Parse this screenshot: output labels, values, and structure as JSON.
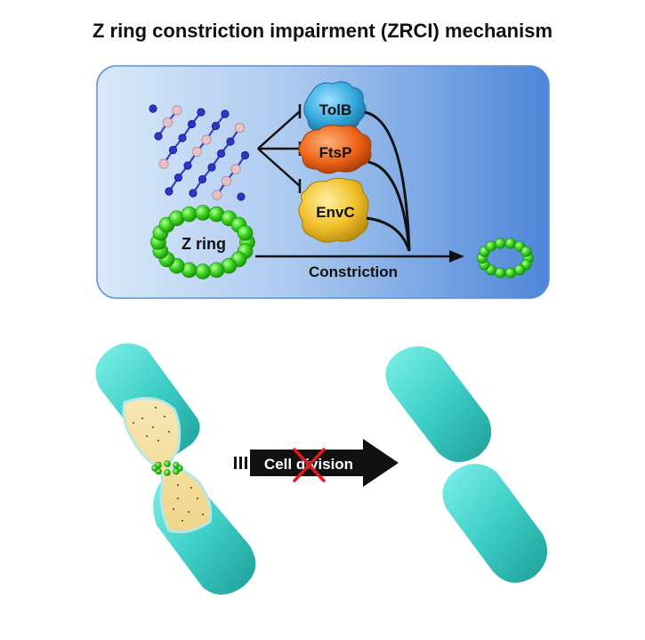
{
  "title": "Z ring constriction impairment (ZRCI) mechanism",
  "proteins": [
    {
      "label": "TolB",
      "color": "#35a9dc"
    },
    {
      "label": "FtsP",
      "color": "#ef6a1e"
    },
    {
      "label": "EnvC",
      "color": "#f2c42a"
    }
  ],
  "zring_label": "Z ring",
  "constriction_label": "Constriction",
  "division_label": "Cell division",
  "colors": {
    "panel_edge": "#5b8fd8",
    "bead_green": "#34d21d",
    "cell_teal": "#3fd0c8",
    "cytoplasm": "#f5dfa0",
    "cross_red": "#e01c1c"
  }
}
